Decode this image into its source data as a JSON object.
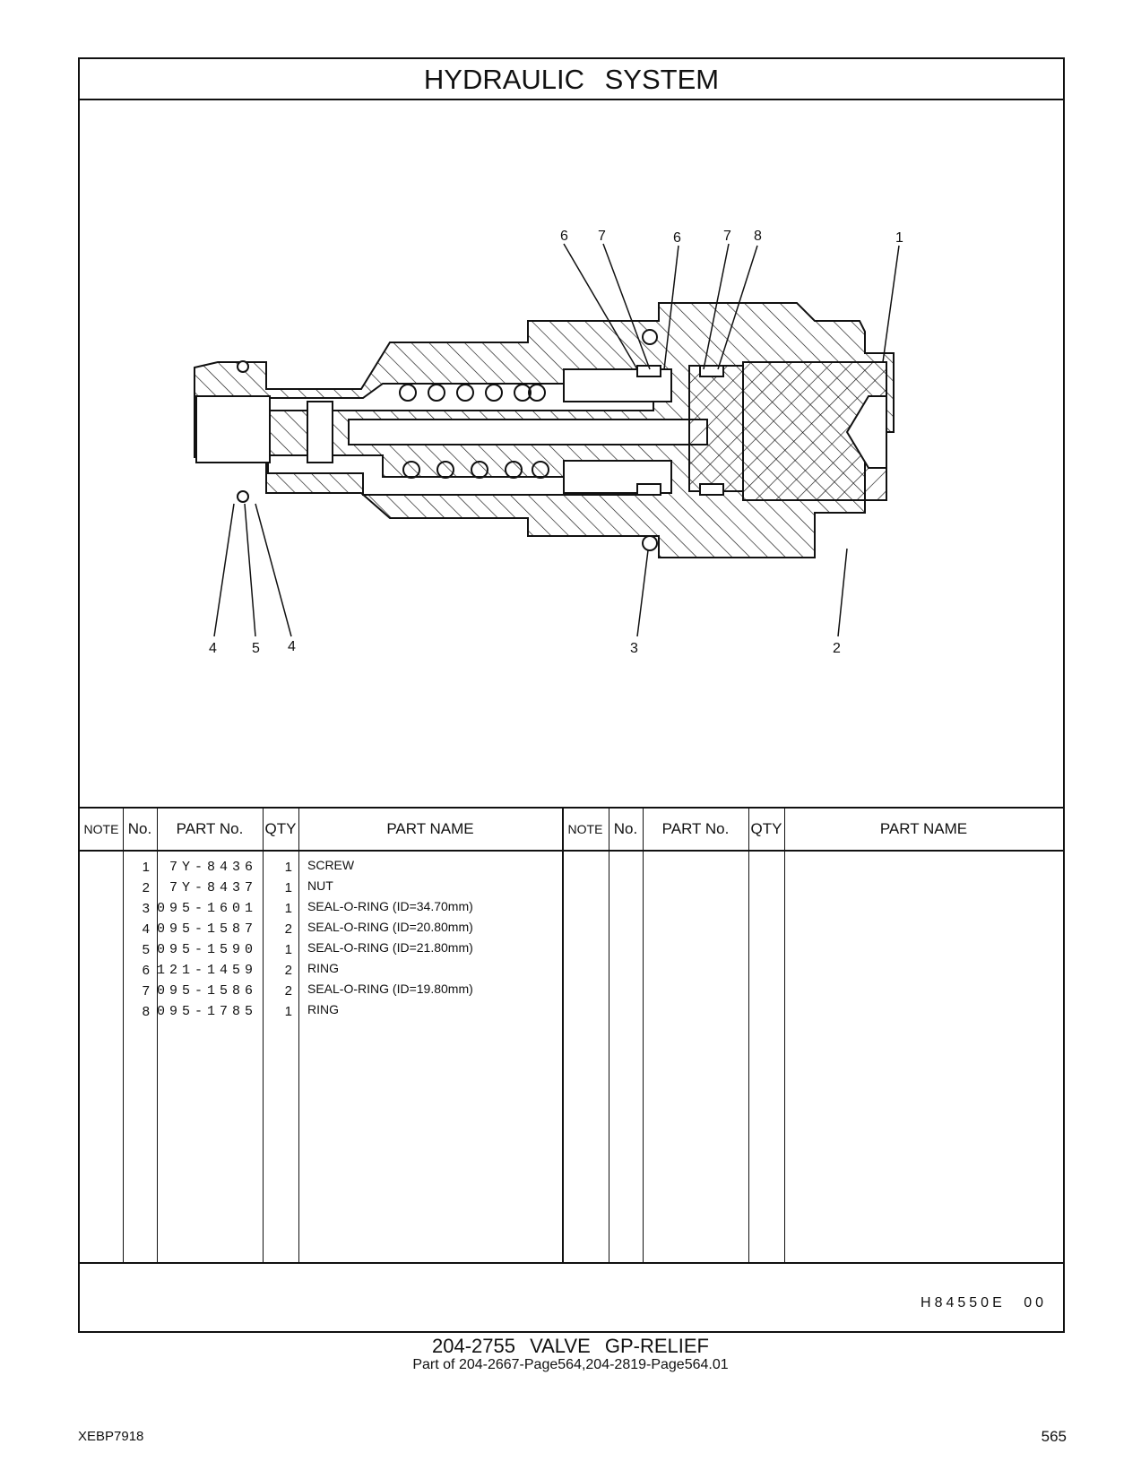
{
  "section_title": "HYDRAULIC SYSTEM",
  "callouts": {
    "c6a": "6",
    "c7a": "7",
    "c6b": "6",
    "c7b": "7",
    "c8": "8",
    "c1": "1",
    "c4a": "4",
    "c5": "5",
    "c4b": "4",
    "c3": "3",
    "c2": "2"
  },
  "table": {
    "headers": {
      "note": "NOTE",
      "no": "No.",
      "part_no": "PART No.",
      "qty": "QTY",
      "part_name": "PART NAME"
    },
    "rows": [
      {
        "no": "1",
        "part_no": "7Y-8436",
        "qty": "1",
        "name": "SCREW"
      },
      {
        "no": "2",
        "part_no": "7Y-8437",
        "qty": "1",
        "name": "NUT"
      },
      {
        "no": "3",
        "part_no": "095-1601",
        "qty": "1",
        "name": "SEAL-O-RING (ID=34.70mm)"
      },
      {
        "no": "4",
        "part_no": "095-1587",
        "qty": "2",
        "name": "SEAL-O-RING (ID=20.80mm)"
      },
      {
        "no": "5",
        "part_no": "095-1590",
        "qty": "1",
        "name": "SEAL-O-RING (ID=21.80mm)"
      },
      {
        "no": "6",
        "part_no": "121-1459",
        "qty": "2",
        "name": "RING"
      },
      {
        "no": "7",
        "part_no": "095-1586",
        "qty": "2",
        "name": "SEAL-O-RING (ID=19.80mm)"
      },
      {
        "no": "8",
        "part_no": "095-1785",
        "qty": "1",
        "name": "RING"
      }
    ]
  },
  "drawing_code": "H84550E 00",
  "caption_main": "204-2755 VALVE GP-RELIEF",
  "caption_sub": "Part of 204-2667-Page564,204-2819-Page564.01",
  "doc_id": "XEBP7918",
  "page_number": "565"
}
